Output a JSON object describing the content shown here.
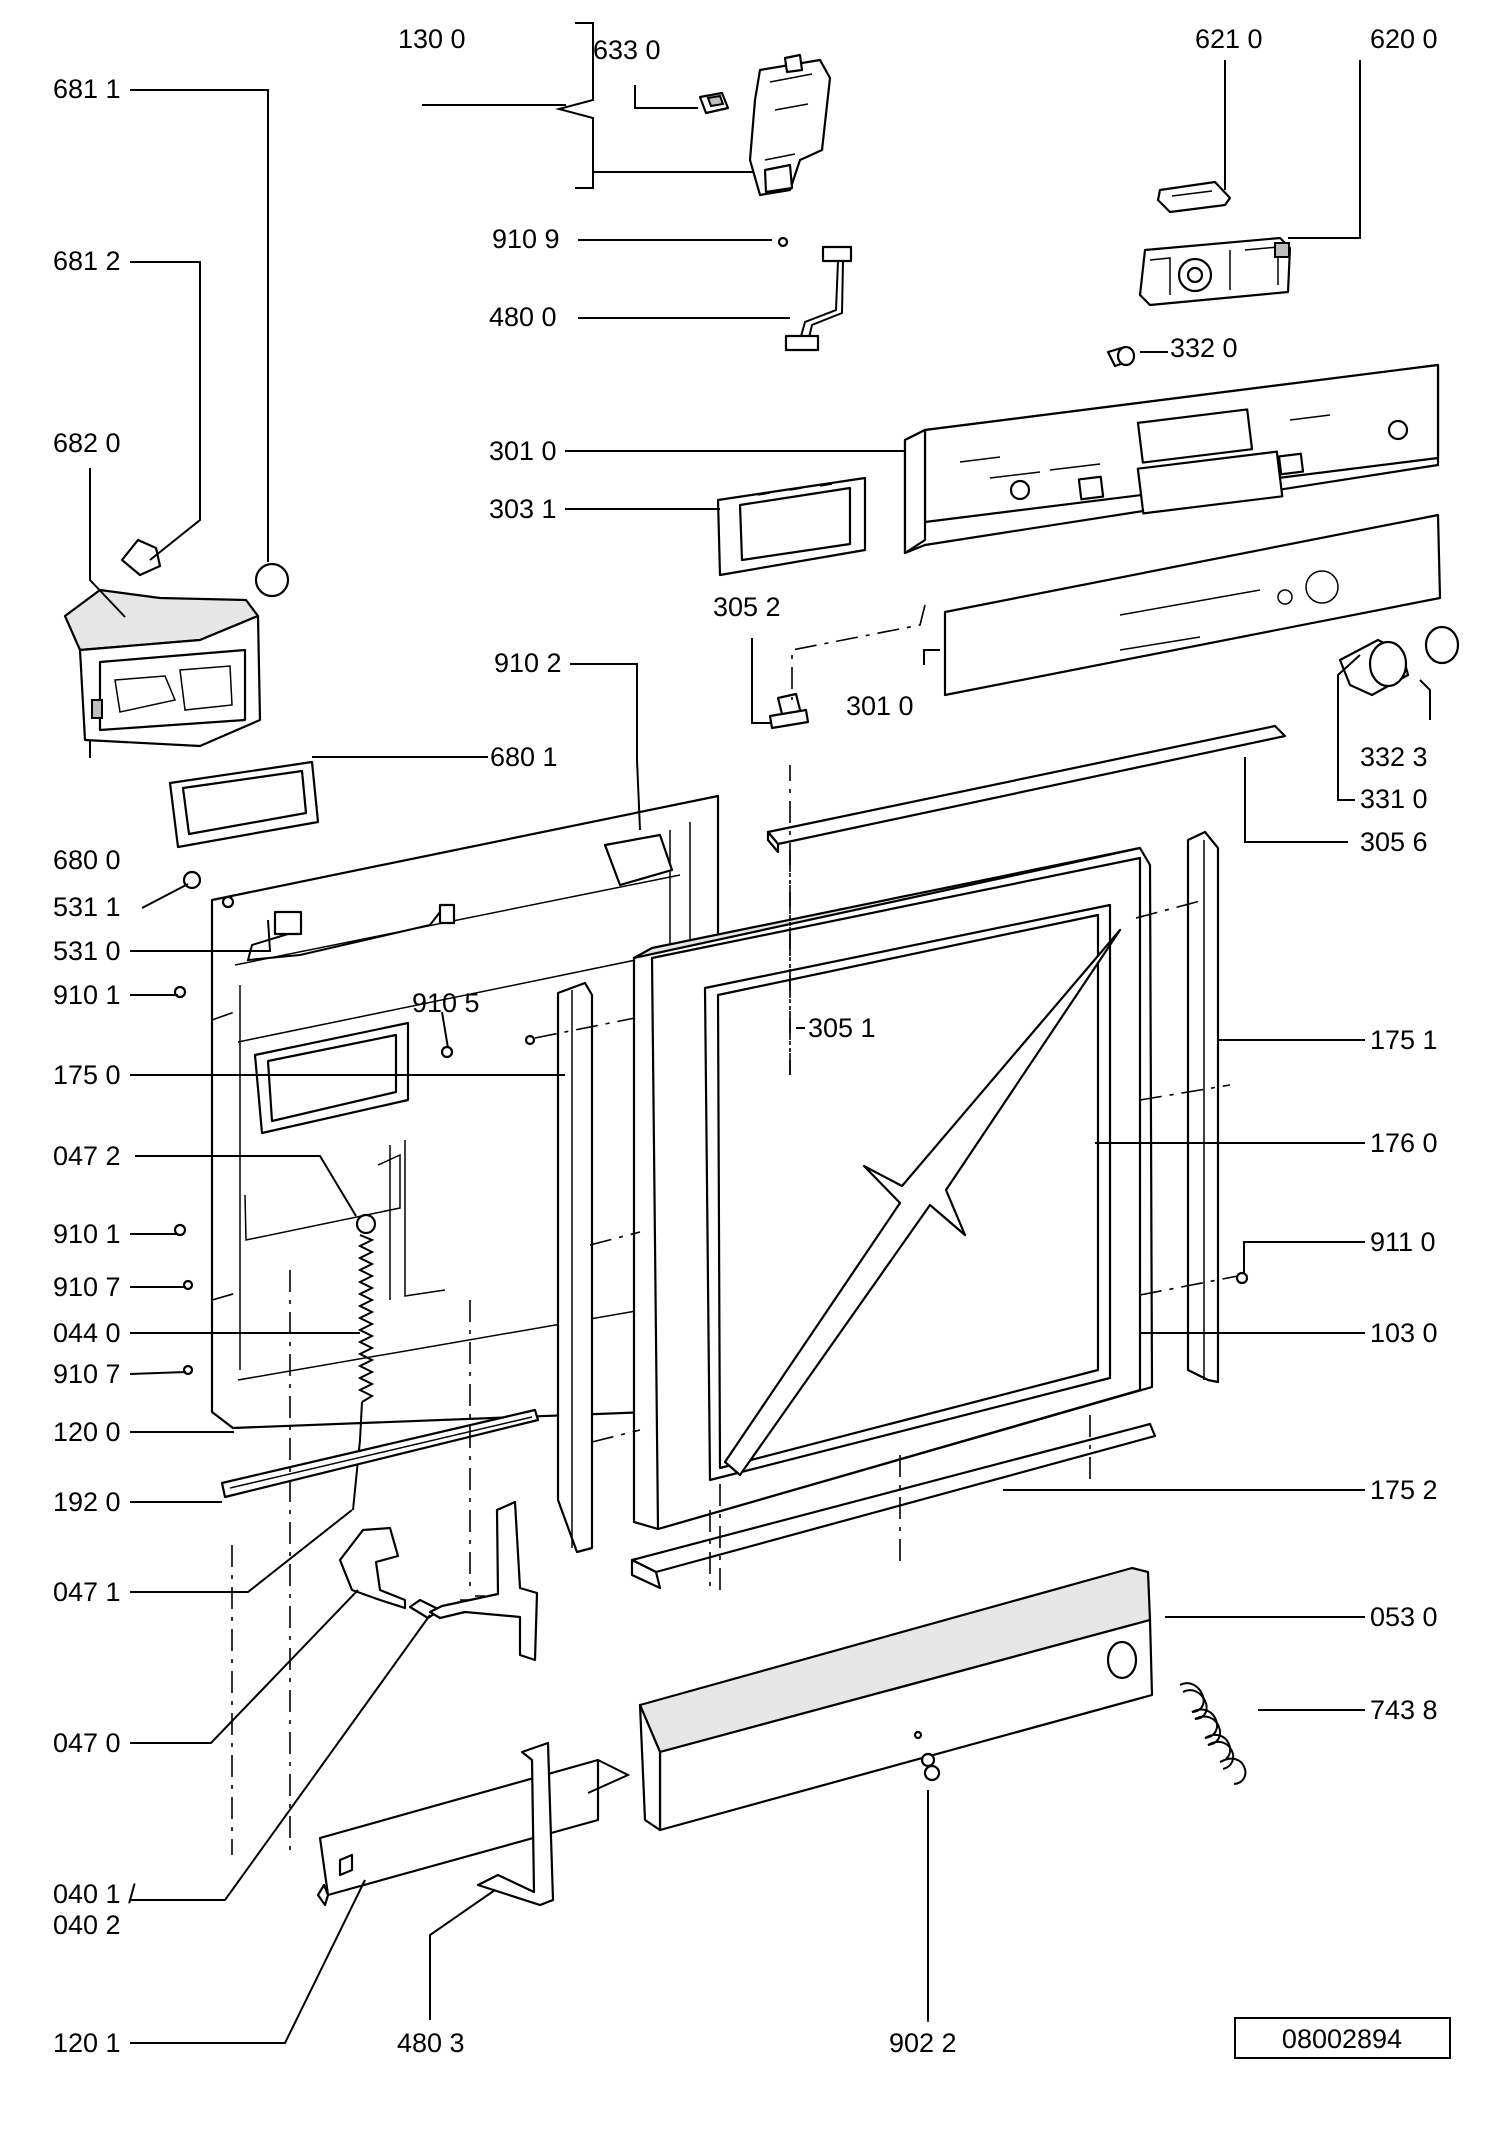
{
  "labels": {
    "l1300": "130 0",
    "l6330": "633 0",
    "l6210": "621 0",
    "l6200": "620 0",
    "l6811": "681 1",
    "l9109": "910 9",
    "l6812": "681 2",
    "l4800": "480 0",
    "l3320": "332 0",
    "l6820": "682 0",
    "l3010a": "301 0",
    "l3031": "303 1",
    "l3052": "305 2",
    "l9102": "910 2",
    "l3010b": "301 0",
    "l3323": "332 3",
    "l6801": "680 1",
    "l3310": "331 0",
    "l6800": "680 0",
    "l3056": "305 6",
    "l5311": "531 1",
    "l5310": "531 0",
    "l9101a": "910 1",
    "l9105": "910 5",
    "l3051": "305 1",
    "l1751": "175 1",
    "l1750": "175 0",
    "l0472": "047 2",
    "l1760": "176 0",
    "l9101b": "910 1",
    "l9110": "911 0",
    "l9107a": "910 7",
    "l0440": "044 0",
    "l1030": "103 0",
    "l9107b": "910 7",
    "l1200": "120 0",
    "l1920": "192 0",
    "l1752": "175 2",
    "l0471": "047 1",
    "l0530": "053 0",
    "l7438": "743 8",
    "l0470": "047 0",
    "l0401": "040 1 /",
    "l0402": "040 2",
    "l1201": "120 1",
    "l4803": "480 3",
    "l9022": "902 2"
  },
  "drawing_number": "08002894"
}
